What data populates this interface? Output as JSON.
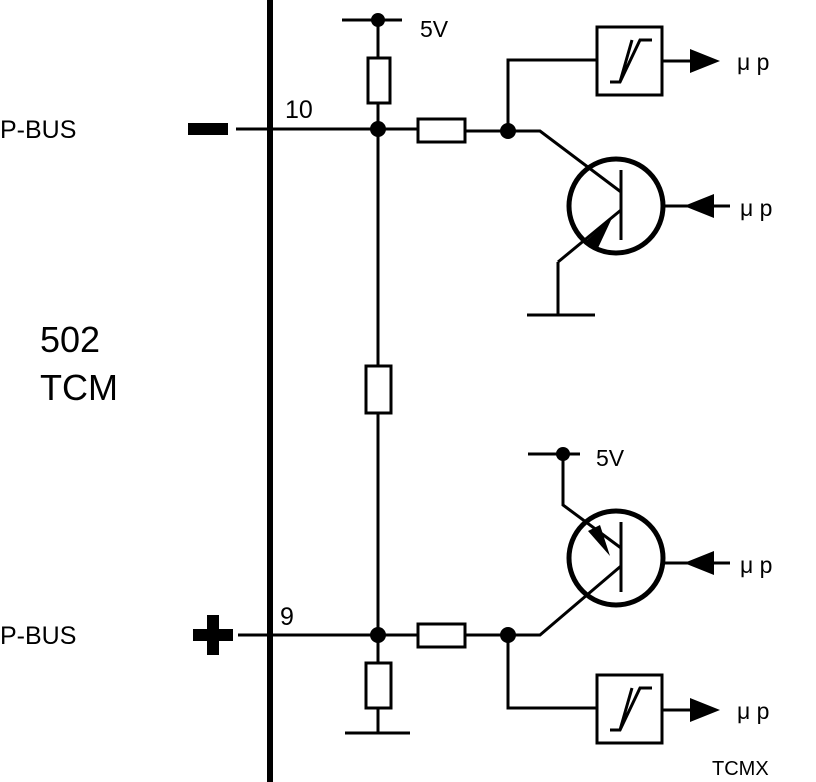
{
  "diagram": {
    "module_name_line1": "502",
    "module_name_line2": "TCM",
    "bus_top": {
      "label": "P-BUS",
      "pin": "10",
      "polarity": "−"
    },
    "bus_bottom": {
      "label": "P-BUS",
      "pin": "9",
      "polarity": "+"
    },
    "supply_top": "5V",
    "supply_bottom": "5V",
    "mu_p_1": "μ p",
    "mu_p_2": "μ p",
    "mu_p_3": "μ p",
    "mu_p_4": "μ p",
    "footer": "TCMX"
  }
}
